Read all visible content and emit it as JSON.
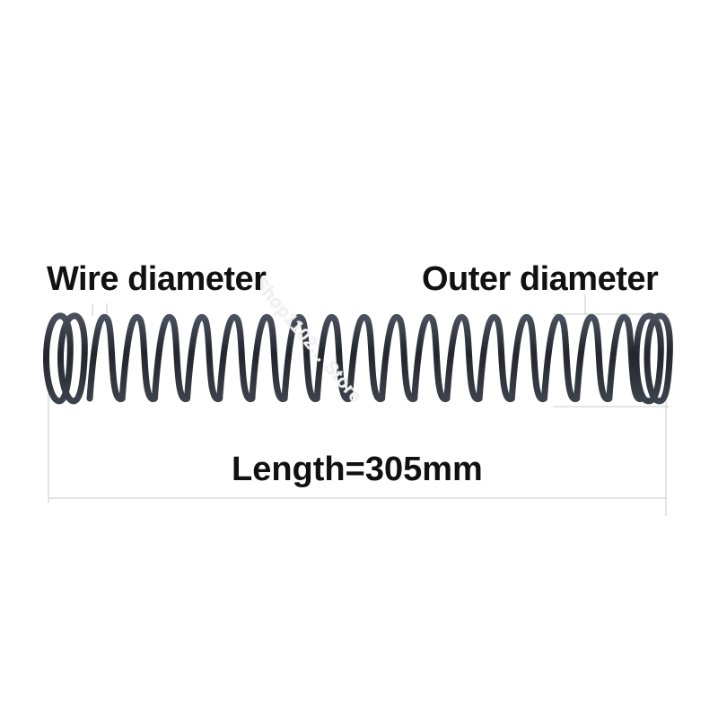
{
  "image": {
    "subject": "compression spring",
    "labels": {
      "wire_diameter": "Wire diameter",
      "outer_diameter": "Outer diameter",
      "length": "Length=305mm"
    },
    "watermark": "Shop1102... Store",
    "colors": {
      "background": "#ffffff",
      "spring": "#2b2f38",
      "dimension_line": "#c9c9c9",
      "text": "#111111"
    }
  }
}
